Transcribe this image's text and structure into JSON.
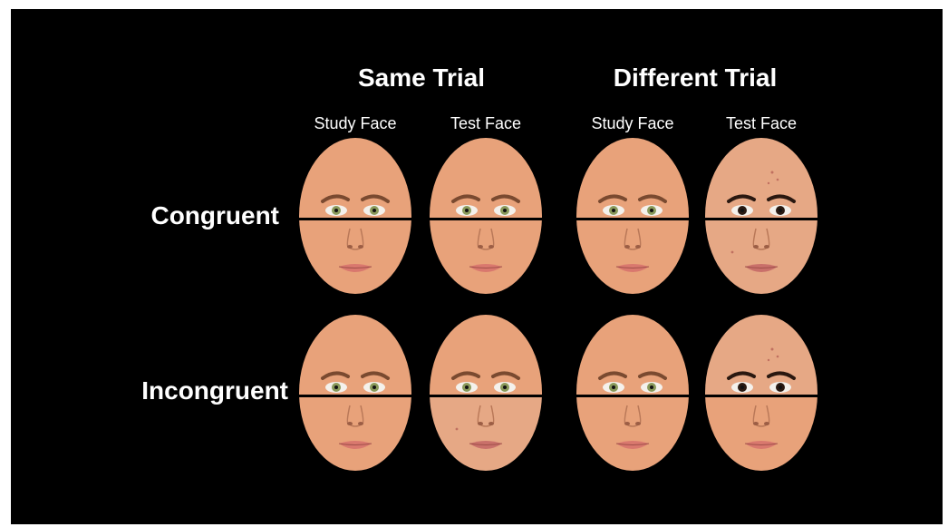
{
  "headings": {
    "same": "Same Trial",
    "different": "Different Trial"
  },
  "columns": [
    {
      "label": "Study Face",
      "trial": "same"
    },
    {
      "label": "Test Face",
      "trial": "same"
    },
    {
      "label": "Study Face",
      "trial": "different"
    },
    {
      "label": "Test Face",
      "trial": "different"
    }
  ],
  "rows": [
    {
      "label": "Congruent",
      "faces": [
        {
          "top": "A",
          "bottom": "A"
        },
        {
          "top": "A",
          "bottom": "A"
        },
        {
          "top": "A",
          "bottom": "A"
        },
        {
          "top": "B",
          "bottom": "B"
        }
      ]
    },
    {
      "label": "Incongruent",
      "faces": [
        {
          "top": "A",
          "bottom": "A"
        },
        {
          "top": "A",
          "bottom": "B"
        },
        {
          "top": "A",
          "bottom": "A"
        },
        {
          "top": "B",
          "bottom": "A"
        }
      ]
    }
  ],
  "colors": {
    "background": "#000000",
    "text": "#ffffff",
    "skin_a": "#e8a27a",
    "skin_b": "#e6a885",
    "iris_a": "#8a9a5b",
    "iris_b": "#2a1a12",
    "divider": "#000000"
  }
}
